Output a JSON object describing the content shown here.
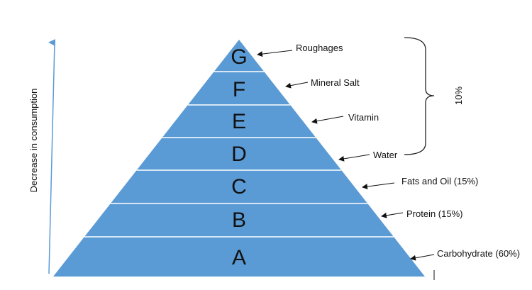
{
  "pyramid": {
    "fill": "#5b9bd5",
    "divider": "#ffffff",
    "levels": [
      {
        "letter": "G",
        "label": "Roughages"
      },
      {
        "letter": "F",
        "label": "Mineral Salt"
      },
      {
        "letter": "E",
        "label": "Vitamin"
      },
      {
        "letter": "D",
        "label": "Water"
      },
      {
        "letter": "C",
        "label": "Fats and Oil (15%)"
      },
      {
        "letter": "B",
        "label": "Protein (15%)"
      },
      {
        "letter": "A",
        "label": "Carbohydrate (60%)"
      }
    ]
  },
  "brace": {
    "label": "10%"
  },
  "axis": {
    "label": "Decrease in consumption",
    "color": "#5b9bd5"
  }
}
